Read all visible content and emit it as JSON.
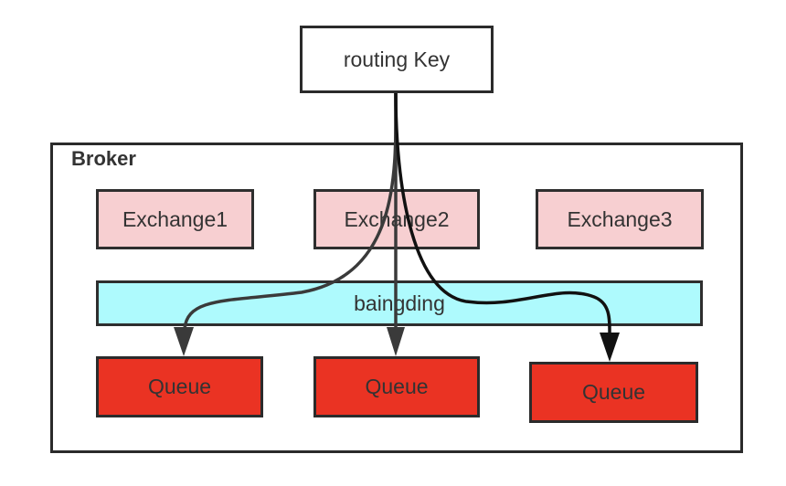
{
  "routing_key": "routing Key",
  "broker": {
    "label": "Broker",
    "exchanges": [
      "Exchange1",
      "Exchange2",
      "Exchange3"
    ],
    "binding": "baingding",
    "queues": [
      "Queue",
      "Queue",
      "Queue"
    ]
  },
  "colors": {
    "exchange_fill": "#f7cfd1",
    "binding_fill": "#aefafd",
    "queue_fill": "#ea3323",
    "border": "#2b2b2b",
    "arrow": "#3a3a3a"
  }
}
